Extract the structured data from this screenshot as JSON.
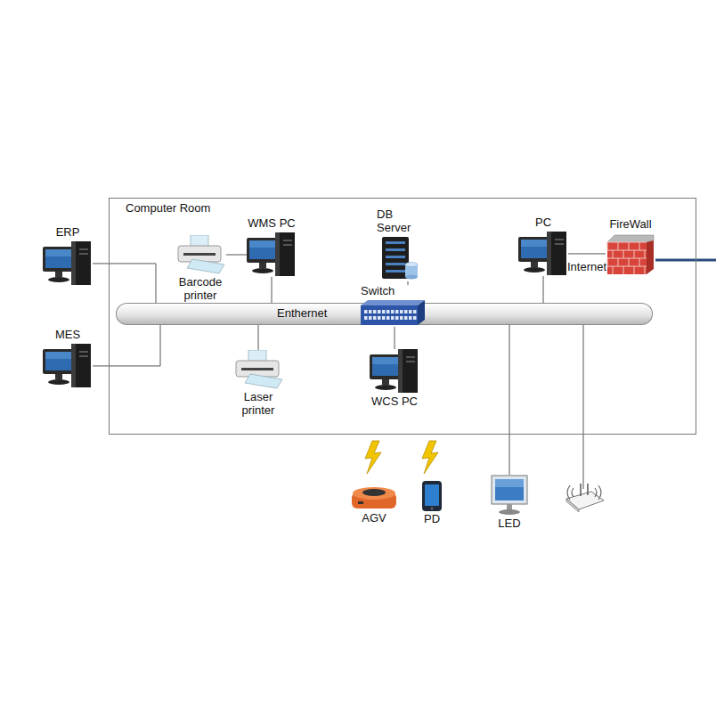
{
  "diagram": {
    "nodes": [
      {
        "text": [
          "Computer Room"
        ]
      },
      {
        "text": [
          "WMS PC"
        ],
        "in": 0
      },
      {
        "text": [
          "DB Server"
        ],
        "in": 0
      },
      {
        "text": [
          "PC"
        ],
        "in": 0
      },
      {
        "text": [
          "FireWall"
        ],
        "in": 0
      },
      {
        "text": [
          "Barcode printer"
        ],
        "in": 0
      },
      {
        "text": [
          "Switch"
        ],
        "in": 0
      },
      {
        "text": [
          "Enthernet"
        ],
        "in": 0
      },
      {
        "text": [
          "Laser printer"
        ],
        "in": 0
      },
      {
        "text": [
          "WCS PC"
        ],
        "in": 0
      },
      {
        "text": [
          "ERP"
        ]
      },
      {
        "text": [
          "MES"
        ]
      },
      {
        "text": [
          "AGV"
        ]
      },
      {
        "text": [
          "PD"
        ]
      },
      {
        "text": [
          "LED"
        ]
      }
    ],
    "edges": [
      {
        "from": 10,
        "to": 7,
        "arrow": "none"
      },
      {
        "from": 11,
        "to": 7,
        "arrow": "none"
      },
      {
        "from": 5,
        "to": 1,
        "arrow": "none"
      },
      {
        "from": 1,
        "to": 7,
        "arrow": "none"
      },
      {
        "from": 2,
        "to": 6,
        "arrow": "none"
      },
      {
        "from": 6,
        "to": 9,
        "arrow": "none"
      },
      {
        "from": 3,
        "to": 7,
        "arrow": "none"
      },
      {
        "from": 3,
        "to": 4,
        "label": "Internet",
        "arrow": "none"
      },
      {
        "from": 8,
        "to": 7,
        "arrow": "none"
      },
      {
        "from": 14,
        "to": 7,
        "arrow": "none"
      }
    ]
  }
}
